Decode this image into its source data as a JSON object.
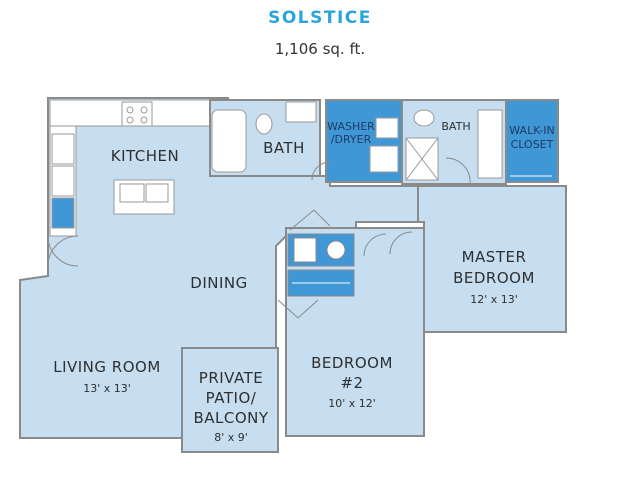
{
  "plan": {
    "name": "SOLSTICE",
    "area": "1,106 sq. ft."
  },
  "colors": {
    "title": "#2ba4dc",
    "room_fill": "#c6def0",
    "accent_fill": "#3f97d6",
    "wall": "#8a8a8a",
    "fixture": "#ffffff"
  },
  "rooms": {
    "kitchen": {
      "name": "KITCHEN"
    },
    "bath1": {
      "name": "BATH"
    },
    "washer": {
      "line1": "WASHER",
      "line2": "/DRYER"
    },
    "bath2": {
      "name": "BATH"
    },
    "closet": {
      "line1": "WALK-IN",
      "line2": "CLOSET"
    },
    "dining": {
      "name": "DINING"
    },
    "master": {
      "line1": "MASTER",
      "line2": "BEDROOM",
      "dim": "12' x 13'"
    },
    "living": {
      "name": "LIVING ROOM",
      "dim": "13' x 13'"
    },
    "patio": {
      "line1": "PRIVATE",
      "line2": "PATIO/",
      "line3": "BALCONY",
      "dim": "8' x 9'"
    },
    "bedroom2": {
      "line1": "BEDROOM",
      "line2": "#2",
      "dim": "10' x 12'"
    }
  }
}
